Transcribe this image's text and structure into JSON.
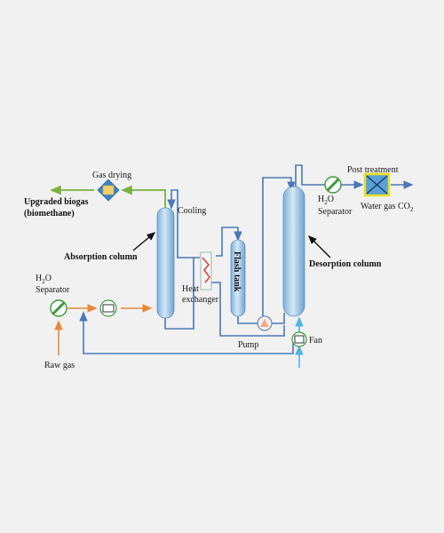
{
  "labels": {
    "gas_drying": "Gas drying",
    "upgraded_biogas": "Upgraded biogas",
    "biomethane": "(biomethane)",
    "cooling": "Cooling",
    "absorption_column": "Absorption column",
    "h2o_left": "O",
    "h2o_left_h": "H",
    "h2o_left_sub": "2",
    "separator_left": "Separator",
    "raw_gas": "Raw gas",
    "heat": "Heat",
    "exchanger": "exchanger",
    "flash_tank": "Flash tank",
    "pump": "Pump",
    "fan": "Fan",
    "desorption_column": "Desorption column",
    "h2o_right_h": "H",
    "h2o_right_sub": "2",
    "h2o_right": "O",
    "separator_right": "Separator",
    "post_treatment": "Post treatment",
    "water_gas": "Water gas CO",
    "water_gas_sub": "2"
  },
  "colors": {
    "pipe_blue": "#4a78b8",
    "pipe_orange": "#e8893a",
    "pipe_green": "#7ab040",
    "pipe_cyan": "#4fb3e6",
    "column_fill": "#a9cbe8",
    "filter_green": "#3a9a3a",
    "post_treatment_fill": "#5aa0d8",
    "post_treatment_border": "#e6e020"
  }
}
